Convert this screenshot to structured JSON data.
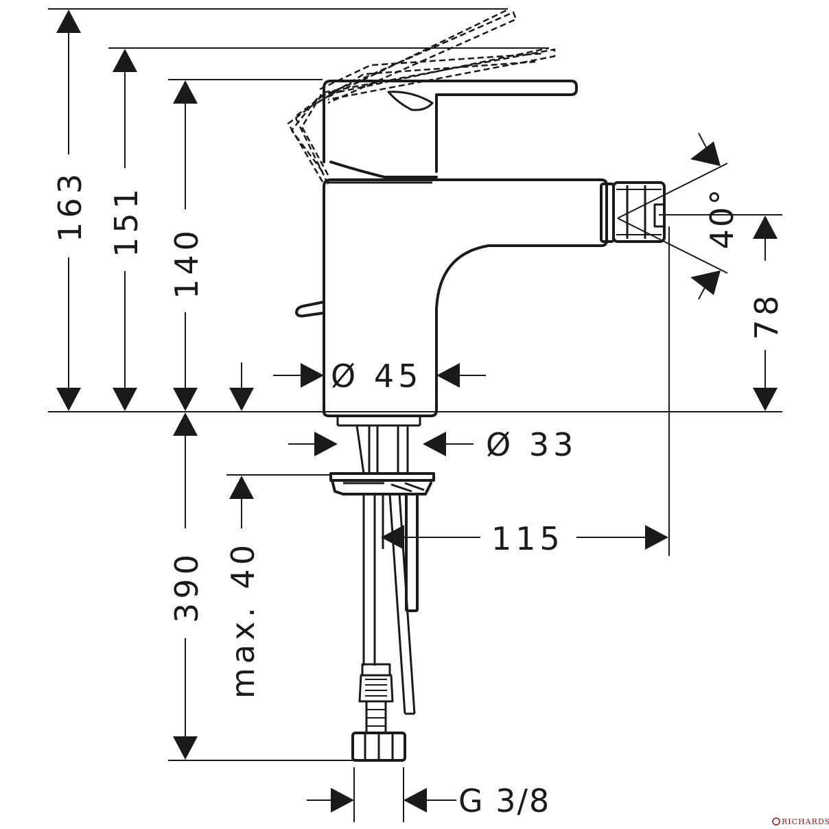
{
  "dimensions": {
    "d163": "163",
    "d151": "151",
    "d140": "140",
    "d390": "390",
    "dmax40": "max. 40",
    "d78": "78",
    "d115": "115",
    "d45": "Ø 45",
    "d33": "Ø 33",
    "dG38": "G 3/8",
    "angle": "40°"
  },
  "watermark": "RICHARDSON",
  "colors": {
    "line": "#1a1a1a",
    "background": "#ffffff",
    "watermark": "#8a1b1b"
  }
}
